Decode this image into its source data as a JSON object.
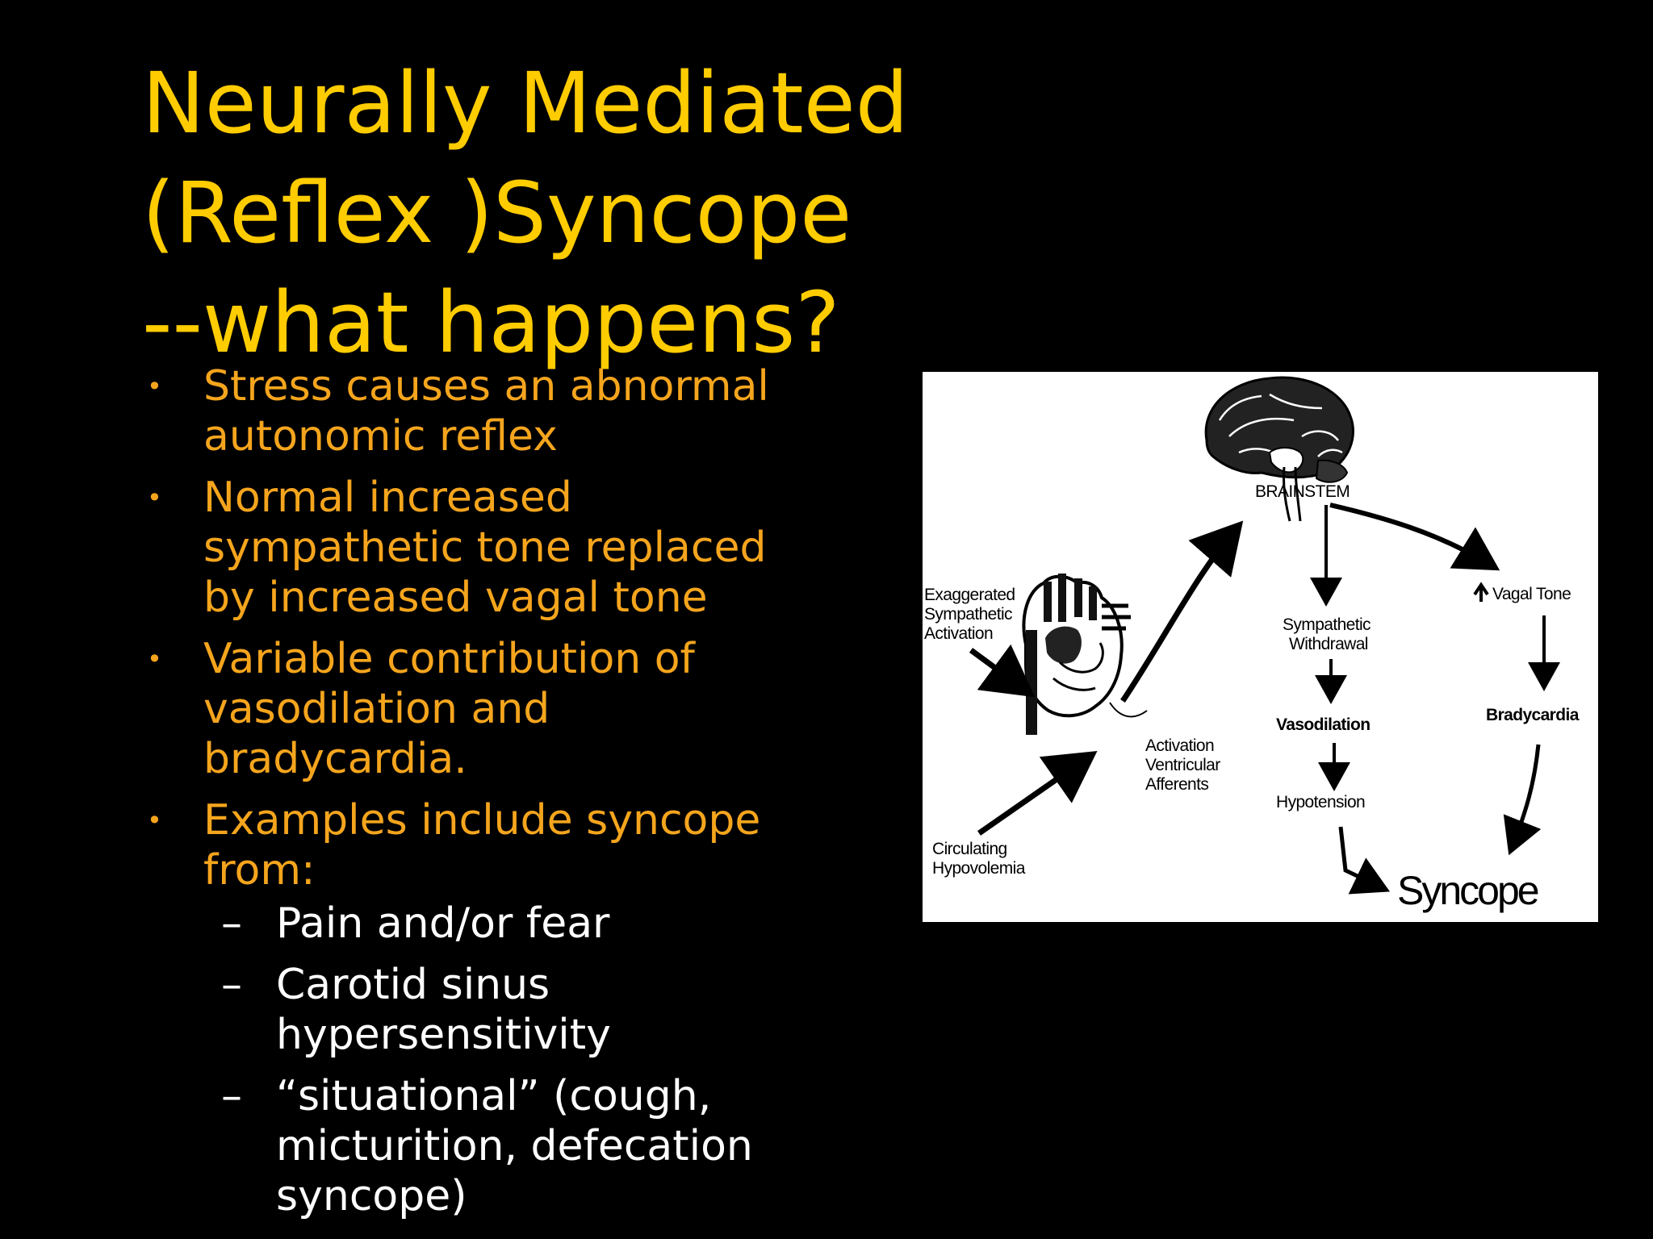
{
  "slide": {
    "title_lines": [
      "Neurally Mediated",
      "(Reflex )Syncope",
      "--what happens?"
    ],
    "bullets": [
      {
        "lines": [
          "Stress causes an abnormal",
          "autonomic reflex"
        ]
      },
      {
        "lines": [
          "Normal increased",
          "sympathetic tone replaced",
          "by increased vagal tone"
        ]
      },
      {
        "lines": [
          "Variable contribution of",
          "vasodilation and",
          "bradycardia."
        ]
      },
      {
        "lines": [
          "Examples include syncope",
          "from:"
        ]
      }
    ],
    "sub_bullets": [
      {
        "lines": [
          "Pain and/or fear"
        ]
      },
      {
        "lines": [
          "Carotid sinus",
          "hypersensitivity"
        ]
      },
      {
        "lines": [
          "“situational” (cough,",
          "micturition, defecation",
          "syncope)"
        ]
      }
    ],
    "bullet_glyph": "•",
    "dash_glyph": "–"
  },
  "diagram": {
    "brainstem": "BRAINSTEM",
    "exaggerated": [
      "Exaggerated",
      "Sympathetic",
      "Activation"
    ],
    "circulating": [
      "Circulating",
      "Hypovolemia"
    ],
    "activation": [
      "Activation",
      "Ventricular",
      "Afferents"
    ],
    "sympathetic_withdrawal": [
      "Sympathetic",
      "Withdrawal"
    ],
    "vasodilation": "Vasodilation",
    "hypotension": "Hypotension",
    "vagal_tone": "Vagal Tone",
    "bradycardia": "Bradycardia",
    "syncope": "Syncope"
  },
  "colors": {
    "title": "#ffcc00",
    "bullet_text": "#f5a51d",
    "sub_text": "#ffffff",
    "background": "#000000"
  },
  "icons": [
    "brain-icon",
    "heart-icon",
    "up-arrow-icon"
  ]
}
